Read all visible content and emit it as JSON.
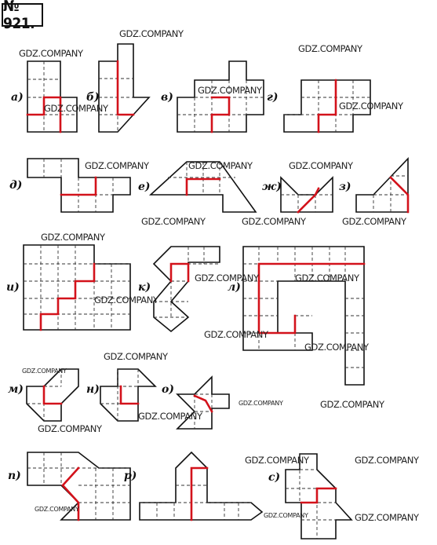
{
  "exercise": {
    "number": "№ 921."
  },
  "labels": {
    "a": "а)",
    "b": "б)",
    "v": "в)",
    "g": "г)",
    "d": "д)",
    "e": "е)",
    "zh": "ж)",
    "z": "з)",
    "i": "и)",
    "k": "к)",
    "l": "л)",
    "m": "м)",
    "n": "н)",
    "o": "о)",
    "p": "п)",
    "r": "р)",
    "s": "с)"
  },
  "watermark": {
    "text": "GDZ.COMPANY"
  },
  "colors": {
    "cut_line": "#d3121b",
    "outline": "#111111",
    "grid": "#333333"
  }
}
